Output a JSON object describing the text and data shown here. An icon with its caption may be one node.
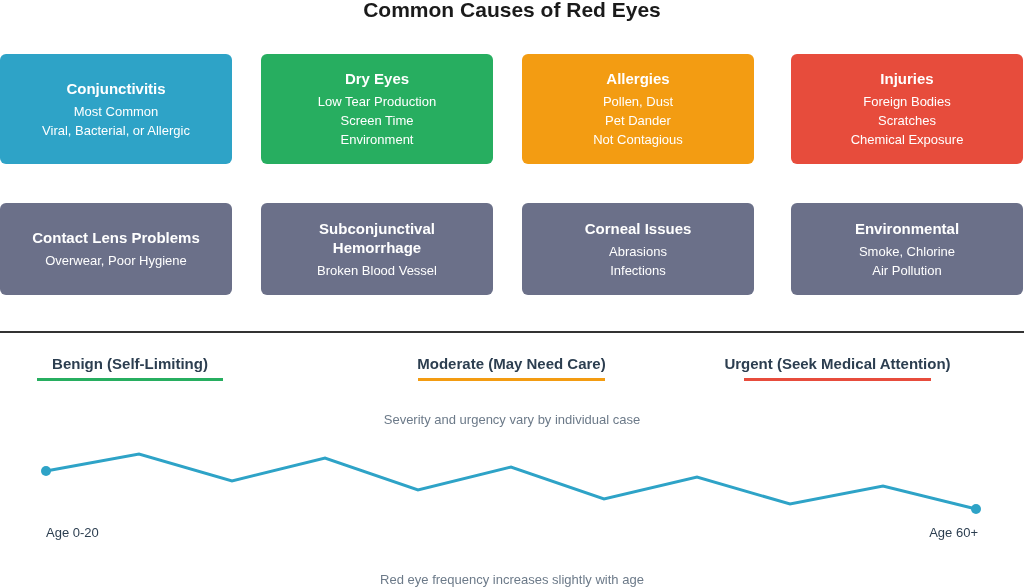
{
  "diagram": {
    "title": "Common Causes of Red Eyes",
    "nodes": [
      {
        "text": [
          "Conjunctivitis",
          "Most Common",
          "Viral, Bacterial, or Allergic"
        ]
      },
      {
        "text": [
          "Dry Eyes",
          "Low Tear Production",
          "Screen Time",
          "Environment"
        ]
      },
      {
        "text": [
          "Allergies",
          "Pollen, Dust",
          "Pet Dander",
          "Not Contagious"
        ]
      },
      {
        "text": [
          "Injuries",
          "Foreign Bodies",
          "Scratches",
          "Chemical Exposure"
        ]
      },
      {
        "text": [
          "Contact Lens Problems",
          "Overwear, Poor Hygiene"
        ]
      },
      {
        "text": [
          "Subconjunctival Hemorrhage",
          "Broken Blood Vessel"
        ]
      },
      {
        "text": [
          "Corneal Issues",
          "Abrasions",
          "Infections"
        ]
      },
      {
        "text": [
          "Environmental",
          "Smoke, Chlorine",
          "Air Pollution"
        ]
      }
    ],
    "edges": [],
    "labels": [
      "Severity and urgency vary by individual case",
      "Age 0-20",
      "Age 60+",
      "Red eye frequency increases slightly with age"
    ],
    "legend": [
      {
        "text": "Benign (Self-Limiting)",
        "color": "#27ae60"
      },
      {
        "text": "Moderate (May Need Care)",
        "color": "#f39c12"
      },
      {
        "text": "Urgent (Seek Medical Attention)",
        "color": "#e74c3c"
      }
    ]
  }
}
